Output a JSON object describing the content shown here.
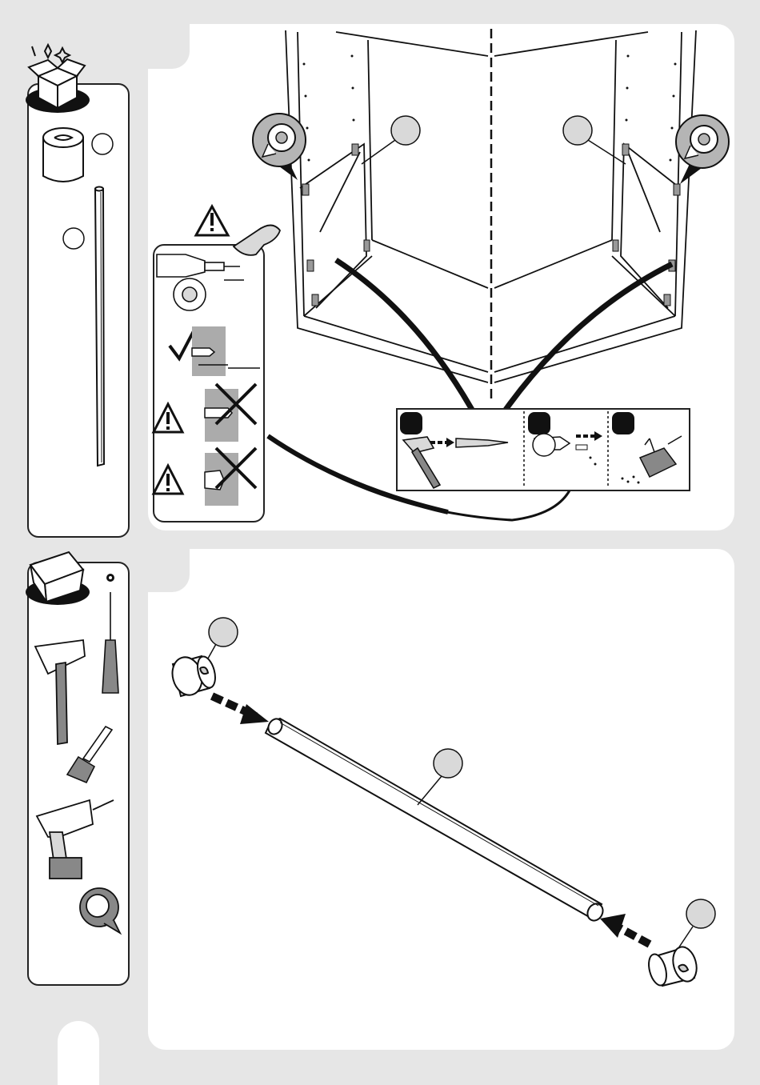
{
  "document": {
    "type": "assembly-instructions",
    "steps": [
      {
        "parts_box": {
          "parts": [
            "cap",
            "rod"
          ]
        },
        "warning_panel": {
          "checks": [
            "ok",
            "bad",
            "bad"
          ]
        },
        "sub_steps": [
          "hammer",
          "drill",
          "clean"
        ]
      },
      {
        "tools": [
          "screwdriver",
          "hammer",
          "brush",
          "drill",
          "tape"
        ],
        "actions": [
          "insert-cap-left",
          "insert-cap-right"
        ]
      }
    ]
  },
  "colors": {
    "background": "#e6e6e6",
    "panel": "#ffffff",
    "line": "#111111",
    "callout_fill": "#d9d9d9",
    "magnifier_fill": "#b5b5b5"
  }
}
